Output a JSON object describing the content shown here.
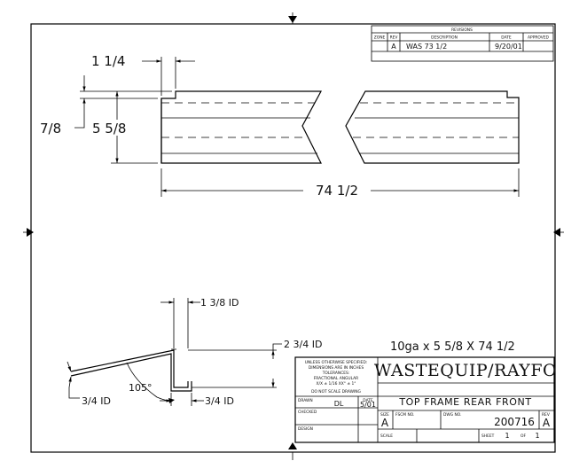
{
  "revisions": {
    "title": "REVISIONS",
    "headers": {
      "zone": "ZONE",
      "rev": "REV",
      "description": "DESCRIPTION",
      "date": "DATE",
      "approved": "APPROVED"
    },
    "row": {
      "zone": "",
      "rev": "A",
      "description": "WAS 73 1/2",
      "date": "9/20/01",
      "approved": ""
    }
  },
  "dimensions": {
    "flange_width": "1 1/4",
    "small_height": "7/8",
    "overall_height": "5 5/8",
    "overall_length": "74 1/2",
    "inner_radius": "1 3/8 ID",
    "section_height": "2 3/4 ID",
    "angle": "105°",
    "lower_left": "3/4 ID",
    "lower_right": "3/4 ID"
  },
  "material_note": "10ga x 5 5/8  X 74 1/2",
  "title_block": {
    "tolerance_lines": [
      "UNLESS OTHERWISE SPECIFIED:",
      "DIMENSIONS ARE IN INCHES",
      "TOLERANCES:",
      "FRACTIONAL        ANGULAR",
      "X/X  ± 1/16      XX°  ± 1°"
    ],
    "scale_note": "DO NOT SCALE DRAWING",
    "drawn_label": "DRAWN",
    "drawn_value": "DL",
    "date_label": "DATE",
    "date_value": "5/01",
    "checked_label": "CHECKED",
    "design_label": "DESIGN",
    "company": "WASTEQUIP/RAYFO",
    "drawing_title": "TOP FRAME REAR FRONT",
    "size_label": "SIZE",
    "size_value": "A",
    "fscm_label": "FSCM NO.",
    "dwg_label": "DWG NO.",
    "dwg_value": "200716",
    "rev_label": "REV",
    "rev_value": "A",
    "scale_label": "SCALE",
    "sheet_label": "SHEET",
    "sheet_value": "1",
    "of_label": "OF",
    "of_value": "1"
  }
}
